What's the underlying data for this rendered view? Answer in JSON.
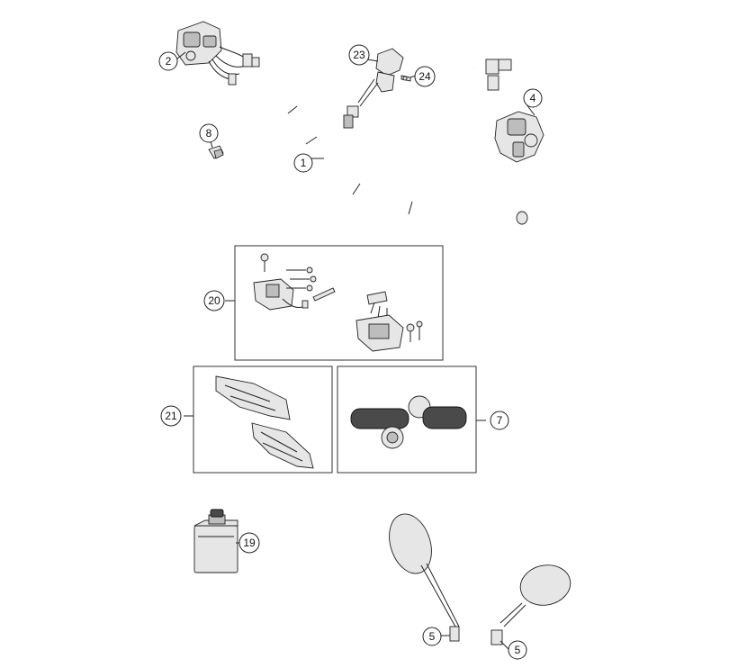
{
  "callouts": [
    {
      "id": "c1",
      "label": "1"
    },
    {
      "id": "c2",
      "label": "2"
    },
    {
      "id": "c4",
      "label": "4"
    },
    {
      "id": "c5a",
      "label": "5"
    },
    {
      "id": "c5b",
      "label": "5"
    },
    {
      "id": "c7",
      "label": "7"
    },
    {
      "id": "c8",
      "label": "8"
    },
    {
      "id": "c19",
      "label": "19"
    },
    {
      "id": "c20",
      "label": "20"
    },
    {
      "id": "c21",
      "label": "21"
    },
    {
      "id": "c23",
      "label": "23"
    },
    {
      "id": "c24",
      "label": "24"
    }
  ],
  "colors": {
    "line": "#222222",
    "part_fill": "#e6e6e6",
    "rubber": "#4a4a4a",
    "background": "#ffffff"
  }
}
